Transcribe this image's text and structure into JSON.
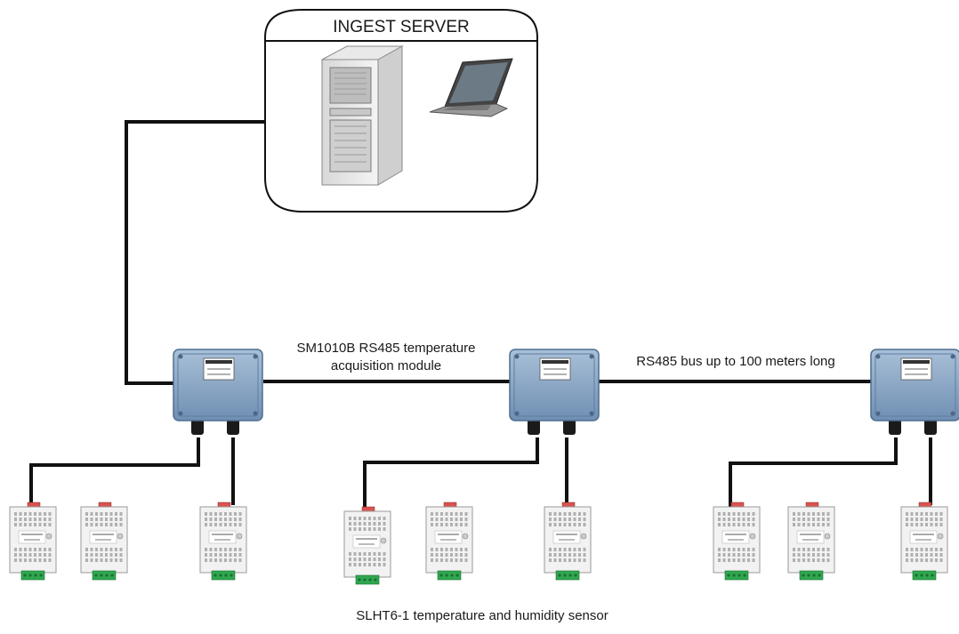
{
  "server": {
    "title": "INGEST SERVER",
    "icons": [
      "server-tower-icon",
      "laptop-icon"
    ]
  },
  "labels": {
    "module_line1": "SM1010B RS485 temperature",
    "module_line2": "acquisition module",
    "bus": "RS485 bus up to 100 meters long",
    "sensor": "SLHT6-1 temperature and humidity sensor"
  },
  "modules": [
    {
      "id": "module-1",
      "icon": "junction-box-icon"
    },
    {
      "id": "module-2",
      "icon": "junction-box-icon"
    },
    {
      "id": "module-3",
      "icon": "junction-box-icon"
    }
  ],
  "sensors_per_module": 3,
  "colors": {
    "wire": "#111111",
    "module_body": "#7d9bbd",
    "sensor_body": "#f2f2f2",
    "terminal": "#2fa84f",
    "connector_red": "#d9534f"
  }
}
